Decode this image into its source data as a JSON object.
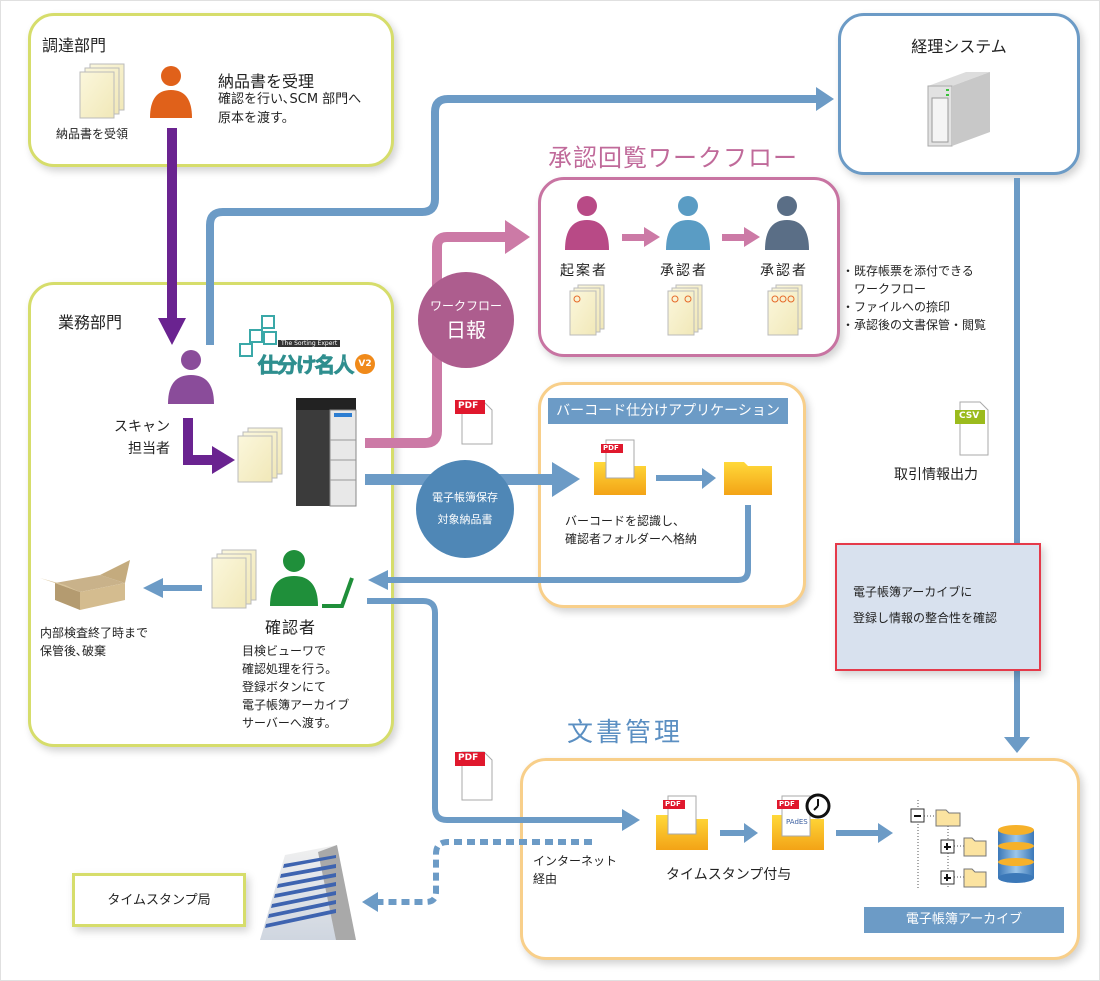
{
  "procurement": {
    "title": "調達部門",
    "doc_caption": "納品書を受領",
    "heading": "納品書を受理",
    "desc_lines": [
      "確認を行い､SCM 部門へ",
      "原本を渡す。"
    ]
  },
  "business": {
    "title": "業務部門",
    "scanner_label_lines": [
      "スキャン",
      "担当者"
    ],
    "logo_tagline": "The Sorting Expert",
    "logo_name": "仕分け名人",
    "logo_version": "V2",
    "box_caption_lines": [
      "内部検査終了時まで",
      "保管後､破棄"
    ],
    "reviewer_label": "確認者",
    "reviewer_desc_lines": [
      "目検ビューワで",
      "確認処理を行う。",
      "登録ボタンにて",
      "電子帳簿アーカイブ",
      "サーバーへ渡す。"
    ]
  },
  "accounting": {
    "title": "経理システム"
  },
  "workflow": {
    "section_title": "承認回覧ワークフロー",
    "circle_lines": [
      "ワークフロー",
      "日報"
    ],
    "roles": [
      {
        "label": "起案者",
        "color": "#b84a86",
        "stamps": 1
      },
      {
        "label": "承認者",
        "color": "#5a9cc4",
        "stamps": 2
      },
      {
        "label": "承認者",
        "color": "#5a6e86",
        "stamps": 3
      }
    ],
    "features": [
      "・既存帳票を添付できる",
      "　ワークフロー",
      "・ファイルへの捺印",
      "・承認後の文書保管・閲覧"
    ]
  },
  "barcode": {
    "header": "バーコード仕分けアプリケーション",
    "circle_lines": [
      "電子帳簿保存",
      "対象納品書"
    ],
    "desc_lines": [
      "バーコードを認識し、",
      "確認者フォルダーへ格納"
    ],
    "pdf_label": "PDF"
  },
  "csv": {
    "file_label": "CSV",
    "caption": "取引情報出力"
  },
  "check_note": {
    "lines": [
      "電子帳簿アーカイブに",
      "登録し情報の整合性を確認"
    ]
  },
  "doc_mgmt": {
    "section_title": "文書管理",
    "internet_lines": [
      "インターネット",
      "経由"
    ],
    "timestamp_caption": "タイムスタンプ付与",
    "pades_label": "PAdES",
    "archive_label": "電子帳簿アーカイブ",
    "pdf_label": "PDF"
  },
  "timestamp_authority": {
    "label": "タイムスタンプ局"
  },
  "colors": {
    "flow_blue": "#6c9bc6",
    "flow_pink": "#cc7aa6",
    "flow_purple": "#6a2390",
    "person_orange": "#e0611a",
    "person_purple": "#8a4c9a",
    "person_green": "#1f8f3a",
    "pdf_red": "#e0182d",
    "csv_green": "#9bbb1d"
  }
}
